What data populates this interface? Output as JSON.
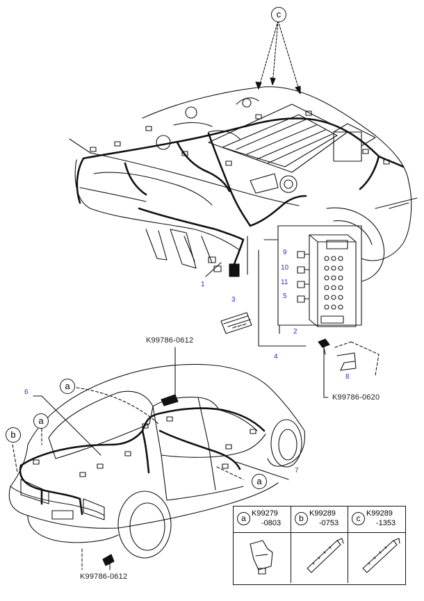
{
  "callouts": {
    "a": "a",
    "b": "b",
    "c": "c"
  },
  "part_numbers": {
    "bolt_top": "K99786-0612",
    "bolt_right": "K99786-0620",
    "bolt_bottom": "K99786-0612"
  },
  "item_numbers": {
    "n1": "1",
    "n2": "2",
    "n3": "3",
    "n4": "4",
    "n5": "5",
    "n6": "6",
    "n7": "7",
    "n8": "8",
    "n9": "9",
    "n10": "10",
    "n11": "11"
  },
  "legend": [
    {
      "letter": "a",
      "code_line1": "K99279",
      "code_line2": "-0803"
    },
    {
      "letter": "b",
      "code_line1": "K99289",
      "code_line2": "-0753"
    },
    {
      "letter": "c",
      "code_line1": "K99289",
      "code_line2": "-1353"
    }
  ]
}
